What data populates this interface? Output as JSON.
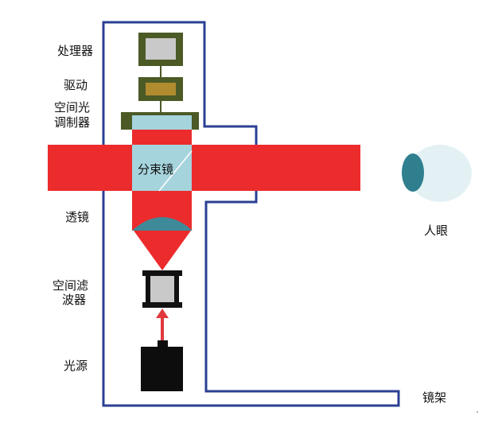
{
  "labels": {
    "processor": "处理器",
    "driver": "驱动",
    "slm_line1": "空间光",
    "slm_line2": "调制器",
    "beam_splitter": "分束镜",
    "lens": "透镜",
    "spatial_filter_line1": "空间滤",
    "spatial_filter_line2": "波器",
    "light_source": "光源",
    "eye": "人眼",
    "frame": "镜架"
  },
  "colors": {
    "frame": "#2b3f93",
    "beam": "#ec2b2d",
    "splitter": "#a6d4dd",
    "processor_box": "#4c5a26",
    "processor_screen": "#c9c9c9",
    "driver_chip": "#b18c2f",
    "lens": "#3f8a98",
    "filter_frame": "#111111",
    "filter_glass": "#c9c9c9",
    "source": "#0d0d0d",
    "eye_white": "#e4f1f4",
    "eye_iris": "#2f7f8f",
    "arrow": "#e0393d"
  }
}
